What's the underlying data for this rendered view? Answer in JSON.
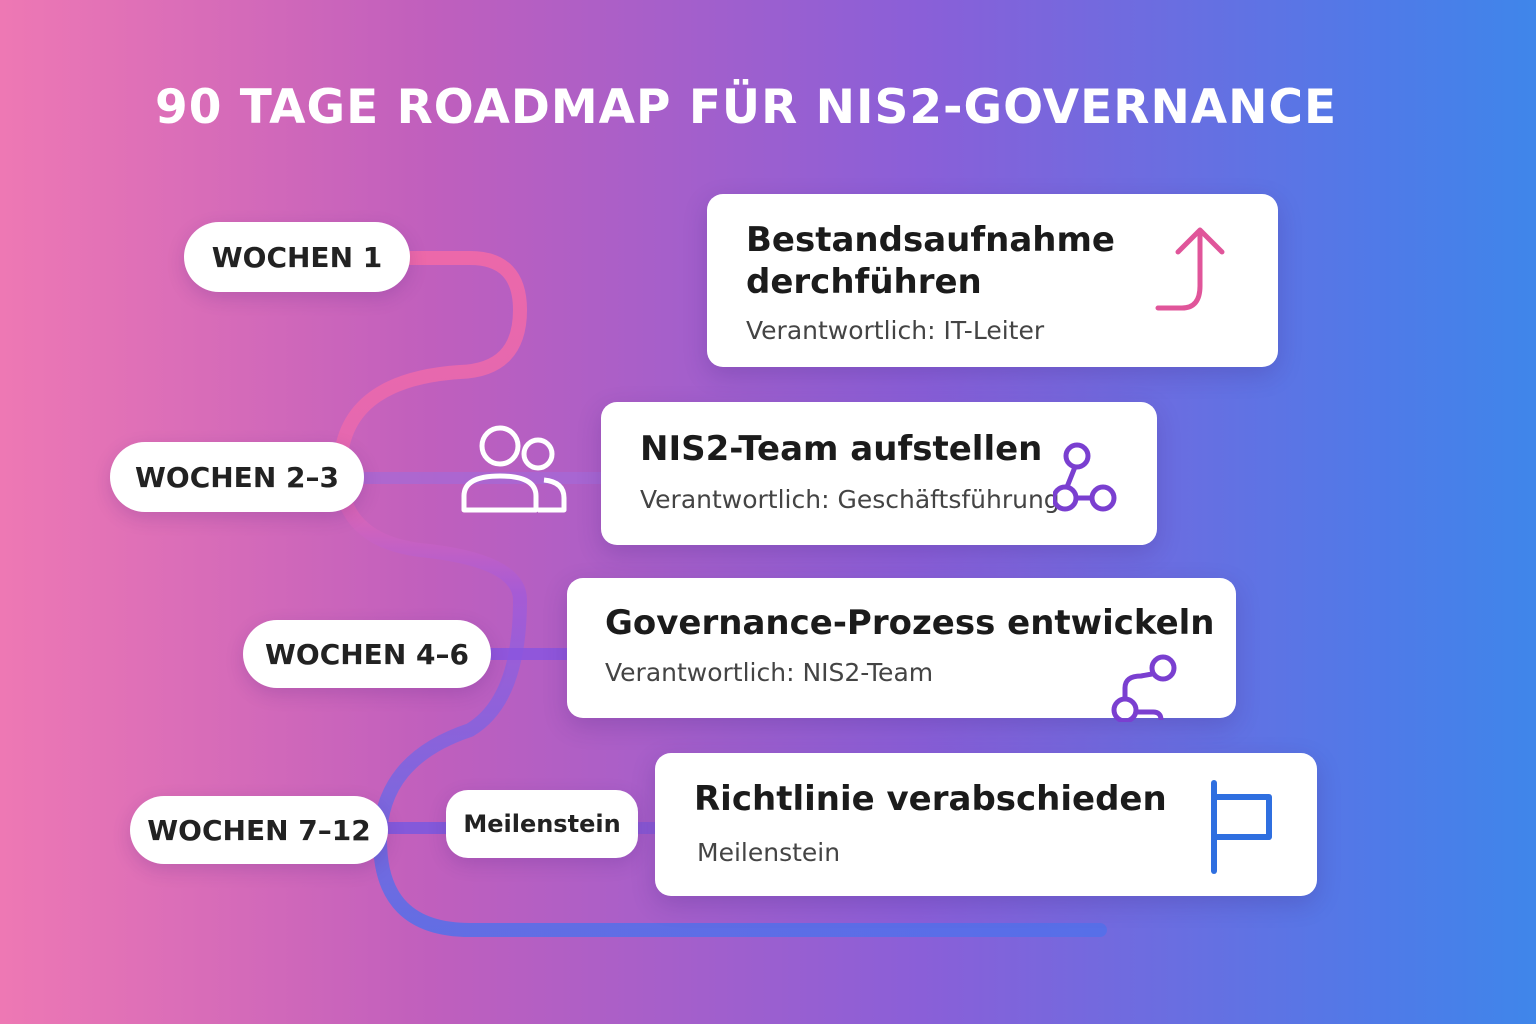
{
  "title": "90 TAGE ROADMAP FÜR NIS2-GOVERNANCE",
  "phases": [
    {
      "label": "WOCHEN 1"
    },
    {
      "label": "WOCHEN 2–3"
    },
    {
      "label": "WOCHEN 4–6"
    },
    {
      "label": "WOCHEN 7–12"
    }
  ],
  "milestone_pill": "Meilenstein",
  "tasks": [
    {
      "title_line1": "Bestandsaufnahme",
      "title_line2": "derchführen",
      "subtitle": "Verantwortlich: IT-Leiter",
      "icon": "arrow-up-icon"
    },
    {
      "title": "NIS2-Team aufstellen",
      "subtitle": "Verantwortlich: Geschäftsführung",
      "icon": "network-icon"
    },
    {
      "title": "Governance-Prozess entwickeln",
      "subtitle": "Verantwortlich: NIS2-Team",
      "icon": "workflow-icon"
    },
    {
      "title": "Richtlinie verabschieden",
      "subtitle": "Meilenstein",
      "icon": "flag-icon"
    }
  ],
  "colors": {
    "path_pink": "#f06aa8",
    "path_purple": "#8a55e0",
    "path_blue": "#5470ea",
    "flag_blue": "#2f6fe0",
    "icon_purple": "#7a3fd0",
    "arrow_pink": "#e0559a"
  }
}
